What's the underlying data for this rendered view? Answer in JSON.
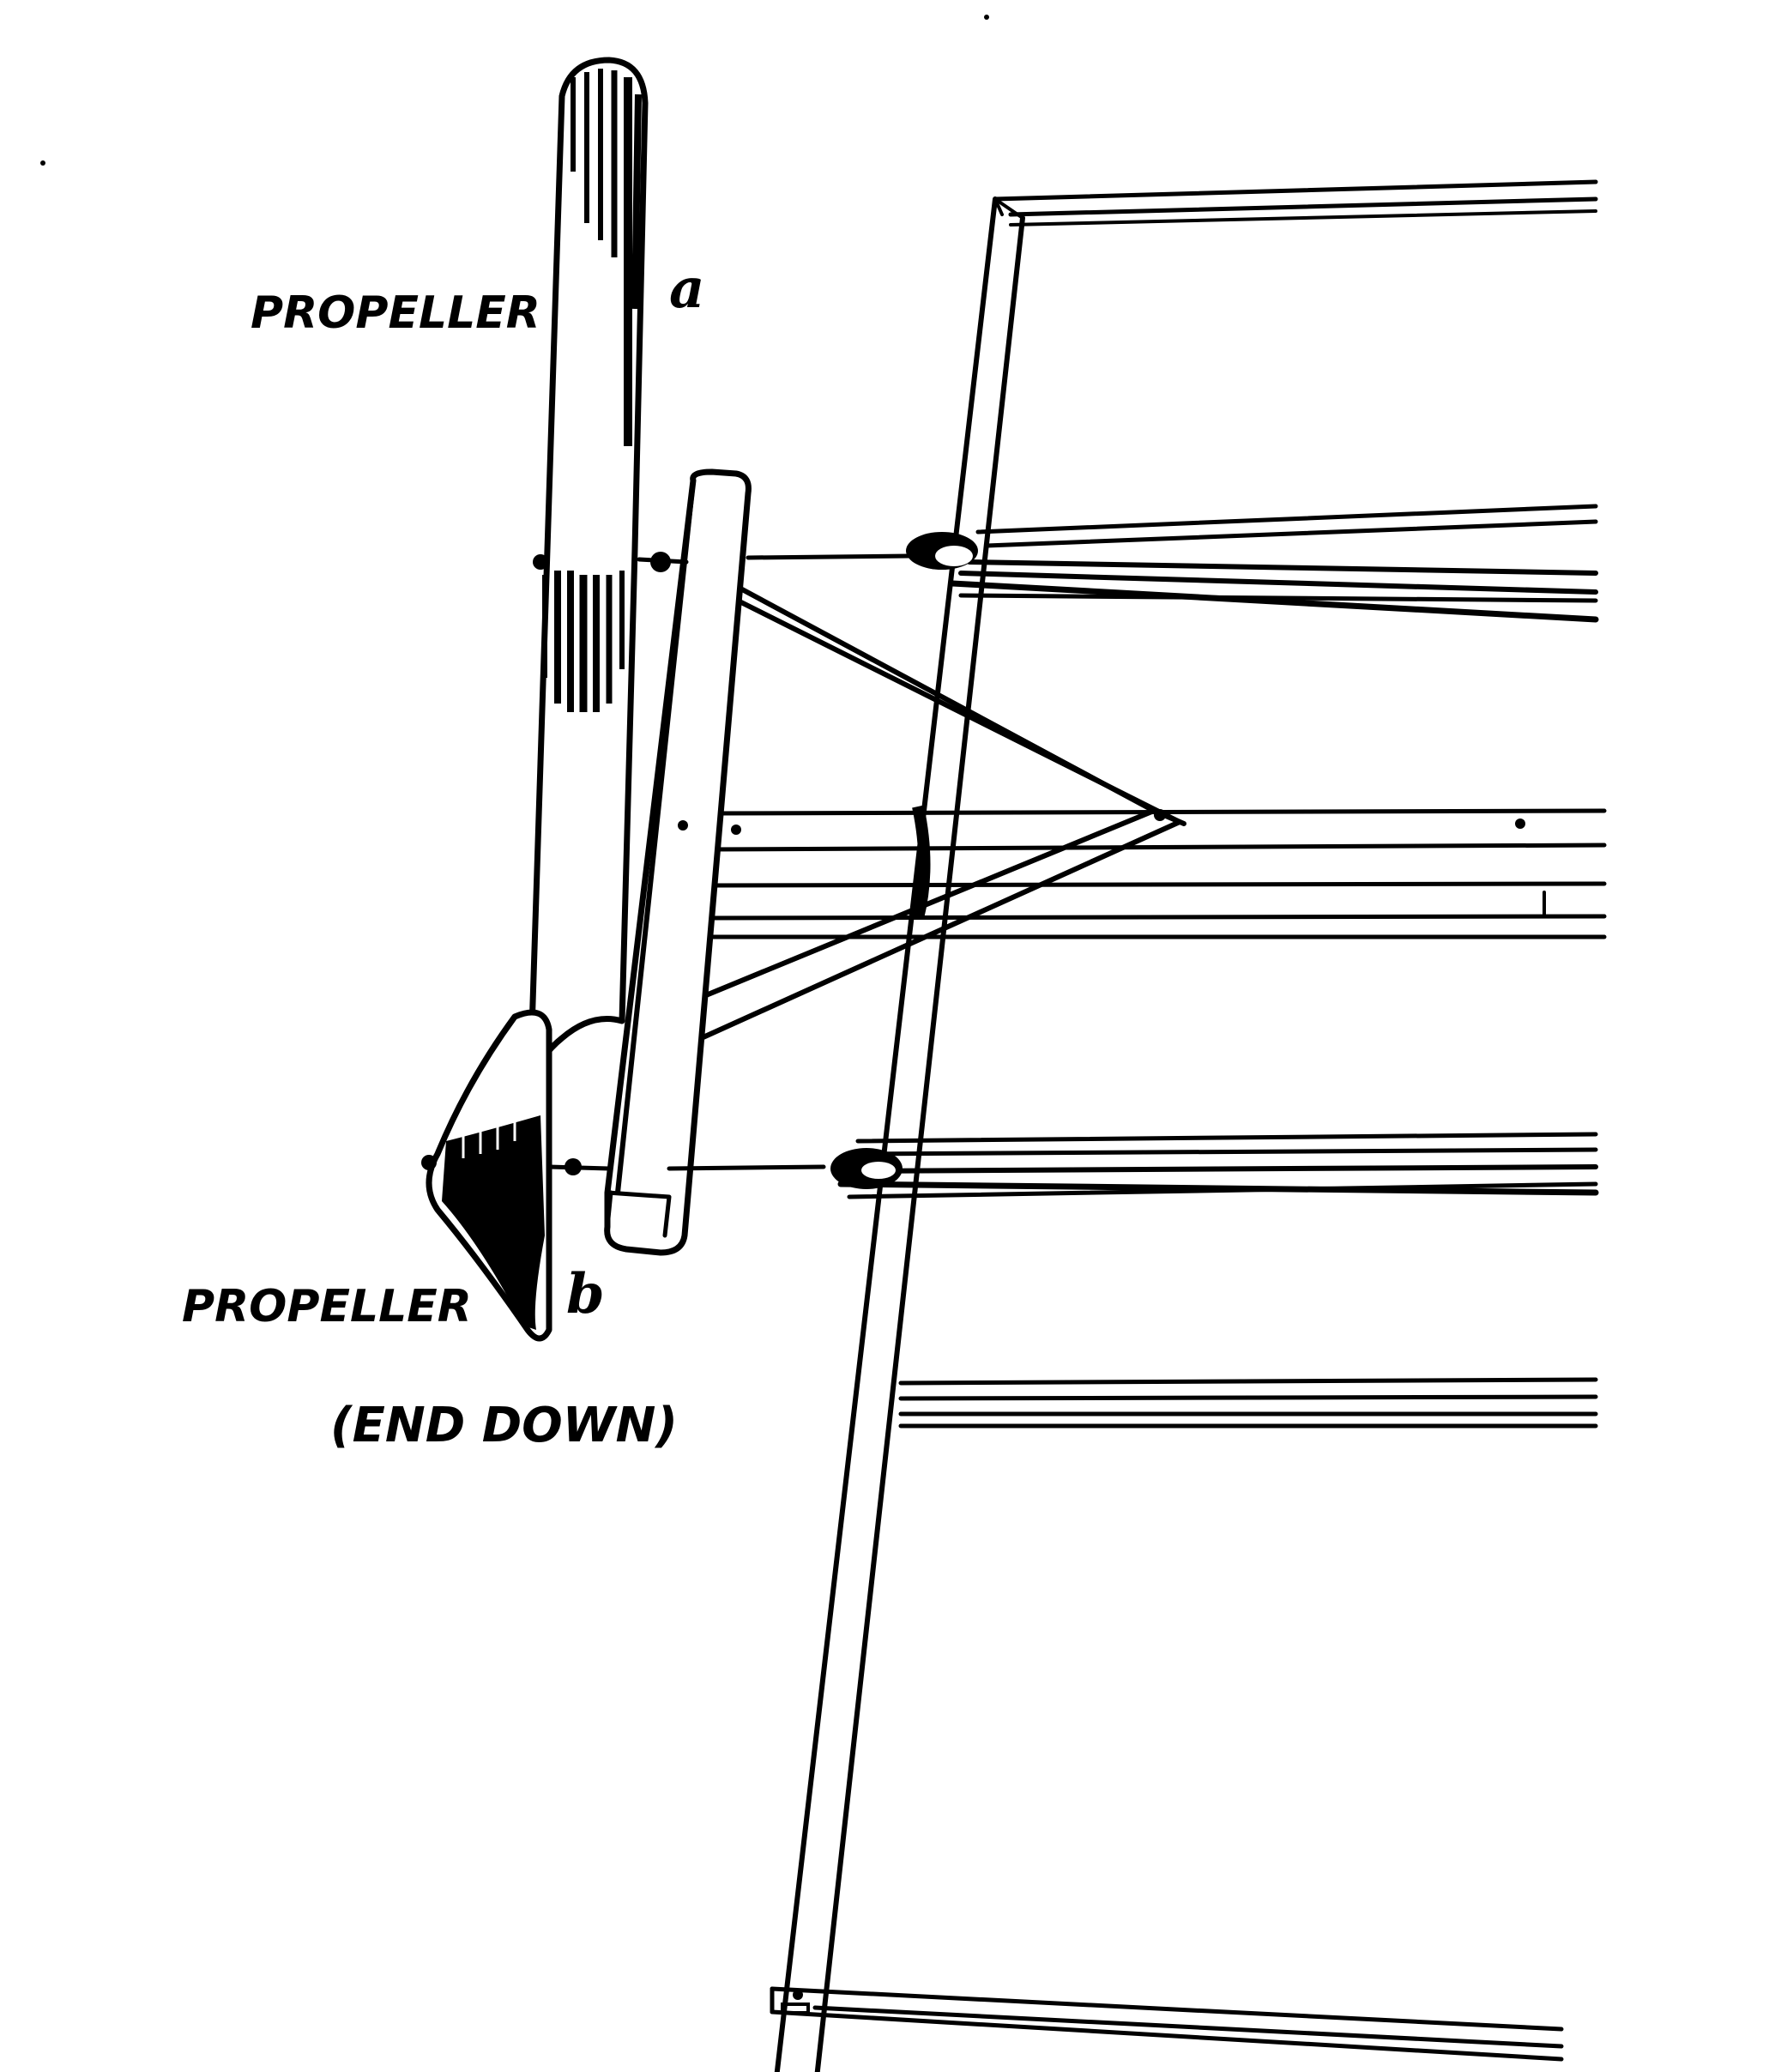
{
  "figure": {
    "subject": "propeller mounted on frame with triangular strut bracket",
    "colors": {
      "ink": "#000000",
      "paper": "#ffffff"
    }
  },
  "labels": {
    "propeller_a": {
      "text": "PROPELLER",
      "letter": "a"
    },
    "propeller_b": {
      "text": "PROPELLER",
      "letter": "b"
    },
    "end_down": "(END DOWN)"
  }
}
